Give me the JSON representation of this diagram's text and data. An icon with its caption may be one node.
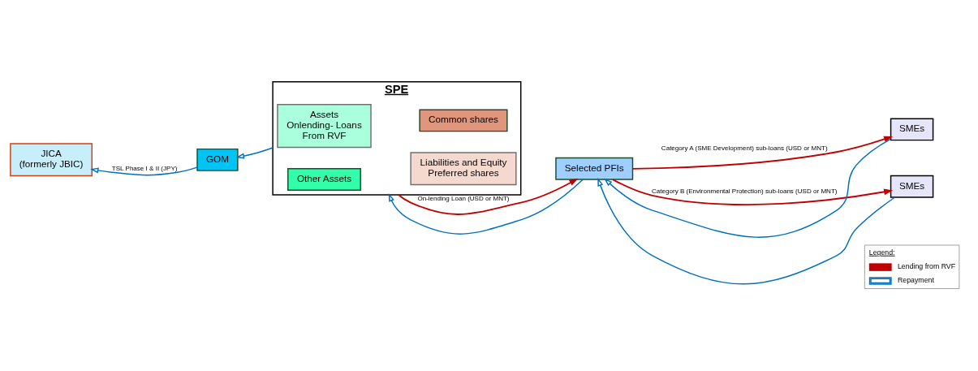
{
  "diagram": {
    "nodes": [
      {
        "text": [
          "JICA",
          "(formerly JBIC)"
        ]
      },
      {
        "text": [
          "GOM"
        ]
      },
      {
        "text": [
          "SPE"
        ]
      },
      {
        "text": [
          "Assets",
          "Onlending- Loans",
          "From RVF"
        ],
        "in": 2
      },
      {
        "text": [
          "Other Assets"
        ],
        "in": 2
      },
      {
        "text": [
          "Liabilities and Equity",
          "Preferred shares"
        ],
        "in": 2
      },
      {
        "text": [
          "Common shares"
        ],
        "in": 2
      },
      {
        "text": [
          "Selected PFIs"
        ]
      },
      {
        "text": [
          "SMEs"
        ]
      },
      {
        "text": [
          "SMEs"
        ]
      }
    ],
    "edges": [
      {
        "from": 1,
        "to": 0,
        "arrow": "to",
        "label": "TSL Phase I & II (JPY)"
      },
      {
        "from": 2,
        "to": 1,
        "arrow": "to"
      },
      {
        "from": 2,
        "to": 7,
        "arrow": "to",
        "label": "On-lending Loan (USD or MNT)",
        "color": "#c00000"
      },
      {
        "from": 7,
        "to": 2,
        "arrow": "to"
      },
      {
        "from": 7,
        "to": 8,
        "arrow": "to",
        "label": "Category A (SME Development) sub-loans (USD or MNT)",
        "color": "#c00000"
      },
      {
        "from": 8,
        "to": 7,
        "arrow": "to"
      },
      {
        "from": 7,
        "to": 9,
        "arrow": "to",
        "label": "Category B (Environmental Protection) sub-loans (USD or MNT)",
        "color": "#c00000"
      },
      {
        "from": 9,
        "to": 7,
        "arrow": "to"
      }
    ],
    "labels": [
      "Legend:"
    ],
    "legend": [
      {
        "text": "Lending from RVF"
      },
      {
        "text": "Repayment"
      }
    ]
  }
}
